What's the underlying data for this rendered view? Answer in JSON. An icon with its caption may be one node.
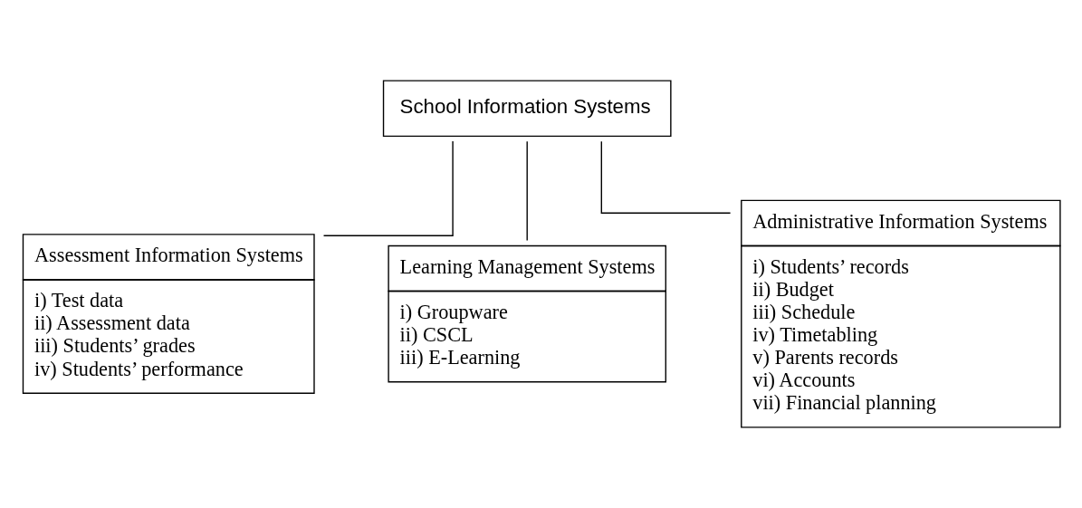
{
  "diagram": {
    "nodes": [
      {
        "text": [
          "School Information Systems"
        ]
      },
      {
        "text": [
          "Assessment Information Systems",
          "i) Test data",
          "ii) Assessment data",
          "iii) Students’ grades",
          "iv) Students’ performance"
        ]
      },
      {
        "text": [
          "Learning Management Systems",
          "i) Groupware",
          "ii) CSCL",
          "iii) E-Learning"
        ]
      },
      {
        "text": [
          "Administrative Information Systems",
          "i) Students’ records",
          "ii) Budget",
          "iii) Schedule",
          "iv) Timetabling",
          "v) Parents records",
          "vi) Accounts",
          "vii) Financial planning"
        ]
      }
    ],
    "edges": [
      {
        "from": 0,
        "to": 1,
        "arrow": "none"
      },
      {
        "from": 0,
        "to": 2,
        "arrow": "none"
      },
      {
        "from": 0,
        "to": 3,
        "arrow": "none"
      }
    ]
  }
}
